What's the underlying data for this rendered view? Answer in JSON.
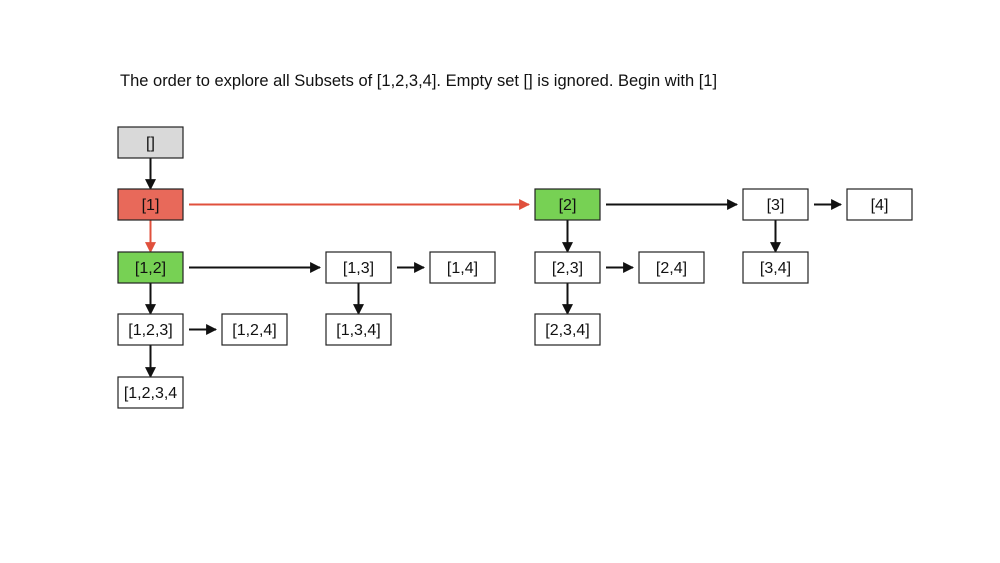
{
  "title": "The order to explore all Subsets of [1,2,3,4]. Empty set [] is ignored. Begin with [1]",
  "colors": {
    "empty": "#d9d9d9",
    "current": "#e8695a",
    "next": "#77d154",
    "plain": "#ffffff",
    "border": "#222222",
    "edge": "#111111",
    "highlight_edge": "#e0503c"
  },
  "nodes": [
    {
      "id": "empty",
      "label": "[]",
      "state": "empty"
    },
    {
      "id": "n1",
      "label": "[1]",
      "state": "current"
    },
    {
      "id": "n12",
      "label": "[1,2]",
      "state": "next"
    },
    {
      "id": "n123",
      "label": "[1,2,3]",
      "state": "plain"
    },
    {
      "id": "n1234",
      "label": "[1,2,3,4",
      "state": "plain"
    },
    {
      "id": "n124",
      "label": "[1,2,4]",
      "state": "plain"
    },
    {
      "id": "n13",
      "label": "[1,3]",
      "state": "plain"
    },
    {
      "id": "n134",
      "label": "[1,3,4]",
      "state": "plain"
    },
    {
      "id": "n14",
      "label": "[1,4]",
      "state": "plain"
    },
    {
      "id": "n2",
      "label": "[2]",
      "state": "next"
    },
    {
      "id": "n23",
      "label": "[2,3]",
      "state": "plain"
    },
    {
      "id": "n234",
      "label": "[2,3,4]",
      "state": "plain"
    },
    {
      "id": "n24",
      "label": "[2,4]",
      "state": "plain"
    },
    {
      "id": "n3",
      "label": "[3]",
      "state": "plain"
    },
    {
      "id": "n34",
      "label": "[3,4]",
      "state": "plain"
    },
    {
      "id": "n4",
      "label": "[4]",
      "state": "plain"
    }
  ],
  "edges": [
    {
      "from": "empty",
      "to": "n1",
      "highlight": false
    },
    {
      "from": "n1",
      "to": "n12",
      "highlight": true
    },
    {
      "from": "n1",
      "to": "n2",
      "highlight": true
    },
    {
      "from": "n12",
      "to": "n123",
      "highlight": false
    },
    {
      "from": "n12",
      "to": "n13",
      "highlight": false
    },
    {
      "from": "n123",
      "to": "n1234",
      "highlight": false
    },
    {
      "from": "n123",
      "to": "n124",
      "highlight": false
    },
    {
      "from": "n13",
      "to": "n134",
      "highlight": false
    },
    {
      "from": "n13",
      "to": "n14",
      "highlight": false
    },
    {
      "from": "n2",
      "to": "n23",
      "highlight": false
    },
    {
      "from": "n2",
      "to": "n3",
      "highlight": false
    },
    {
      "from": "n23",
      "to": "n234",
      "highlight": false
    },
    {
      "from": "n23",
      "to": "n24",
      "highlight": false
    },
    {
      "from": "n3",
      "to": "n34",
      "highlight": false
    },
    {
      "from": "n3",
      "to": "n4",
      "highlight": false
    }
  ]
}
